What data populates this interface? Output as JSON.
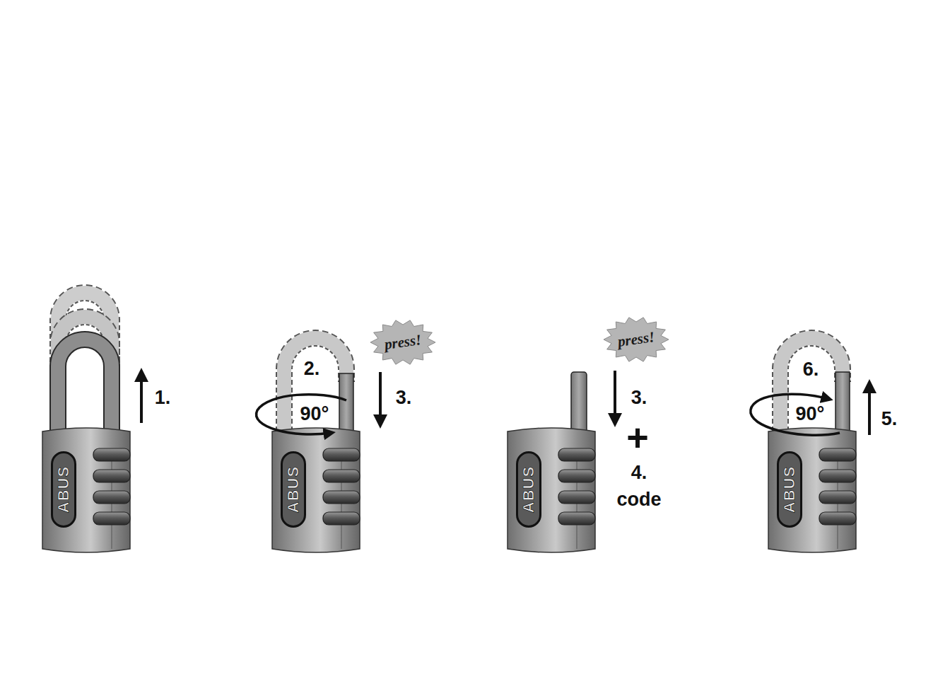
{
  "diagram": {
    "nodes": [
      {
        "text": [
          "ABUS"
        ]
      },
      {
        "text": [
          "press!"
        ]
      },
      {
        "text": [
          "ABUS"
        ]
      },
      {
        "text": [
          "press!"
        ]
      },
      {
        "text": [
          "ABUS"
        ]
      },
      {
        "text": [
          "ABUS"
        ]
      }
    ],
    "labels": [
      "1.",
      "2.",
      "90°",
      "3.",
      "3.",
      "+",
      "4.",
      "code",
      "6.",
      "90°",
      "5."
    ]
  }
}
